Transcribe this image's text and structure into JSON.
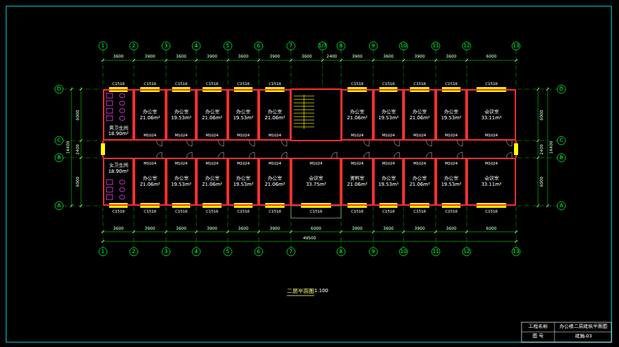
{
  "diagram": {
    "title": "二层平面图",
    "nodes": [
      {
        "text": [
          "男卫生间",
          "18.90m²"
        ]
      },
      {
        "text": [
          "办公室",
          "21.06m²"
        ]
      },
      {
        "text": [
          "办公室",
          "19.53m²"
        ]
      },
      {
        "text": [
          "办公室",
          "21.06m²"
        ]
      },
      {
        "text": [
          "办公室",
          "19.53m²"
        ]
      },
      {
        "text": [
          "办公室",
          "21.06m²"
        ]
      },
      {
        "text": [
          "办公室",
          "21.06m²"
        ]
      },
      {
        "text": [
          "办公室",
          "19.53m²"
        ]
      },
      {
        "text": [
          "办公室",
          "21.06m²"
        ]
      },
      {
        "text": [
          "办公室",
          "19.53m²"
        ]
      },
      {
        "text": [
          "会议室",
          "33.11m²"
        ]
      },
      {
        "text": [
          "女卫生间",
          "18.90m²"
        ]
      },
      {
        "text": [
          "办公室",
          "21.06m²"
        ]
      },
      {
        "text": [
          "办公室",
          "19.53m²"
        ]
      },
      {
        "text": [
          "办公室",
          "21.06m²"
        ]
      },
      {
        "text": [
          "办公室",
          "19.53m²"
        ]
      },
      {
        "text": [
          "办公室",
          "21.06m²"
        ]
      },
      {
        "text": [
          "会议室",
          "33.75m²"
        ]
      },
      {
        "text": [
          "资料室",
          "21.06m²"
        ]
      },
      {
        "text": [
          "办公室",
          "19.53m²"
        ]
      },
      {
        "text": [
          "办公室",
          "21.06m²"
        ]
      },
      {
        "text": [
          "办公室",
          "19.53m²"
        ]
      },
      {
        "text": [
          "会议室",
          "33.11m²"
        ]
      }
    ],
    "labels": [
      "1",
      "2",
      "3",
      "4",
      "5",
      "6",
      "7",
      "1/7",
      "8",
      "9",
      "10",
      "11",
      "12",
      "13",
      "1",
      "2",
      "3",
      "4",
      "5",
      "6",
      "7",
      "8",
      "9",
      "10",
      "11",
      "12",
      "13",
      "D",
      "C",
      "B",
      "A",
      "D",
      "C",
      "B",
      "A",
      "3600",
      "3900",
      "3600",
      "3900",
      "3600",
      "3900",
      "3600",
      "2400",
      "3900",
      "3600",
      "3900",
      "3600",
      "6000",
      "3600",
      "3900",
      "3600",
      "3900",
      "3600",
      "3900",
      "6000",
      "3900",
      "3600",
      "3900",
      "3600",
      "6000",
      "49500",
      "6000",
      "2400",
      "6000",
      "14400",
      "6000",
      "2400",
      "6000",
      "14400",
      "C1518",
      "C1518",
      "C1518",
      "C1518",
      "C1518",
      "C1518",
      "C1518",
      "C1518",
      "C1518",
      "C1518",
      "C1518",
      "C1518",
      "C1518",
      "C1518",
      "C1518",
      "C1518",
      "C1518",
      "C1518",
      "C1518",
      "C1518",
      "C1518",
      "C1518",
      "C1518",
      "M1024",
      "M1024",
      "M1024",
      "M1024",
      "M1024",
      "M1024",
      "M1024",
      "M1024",
      "M1024",
      "M1024",
      "M1024",
      "M1024",
      "M1024",
      "M1024",
      "M1024",
      "M1024",
      "M1024",
      "M1024",
      "M1024",
      "M1024",
      "M1024",
      "1:100",
      "工程名称",
      "办公楼二层建筑平面图",
      "图 号",
      "建施-03"
    ]
  }
}
